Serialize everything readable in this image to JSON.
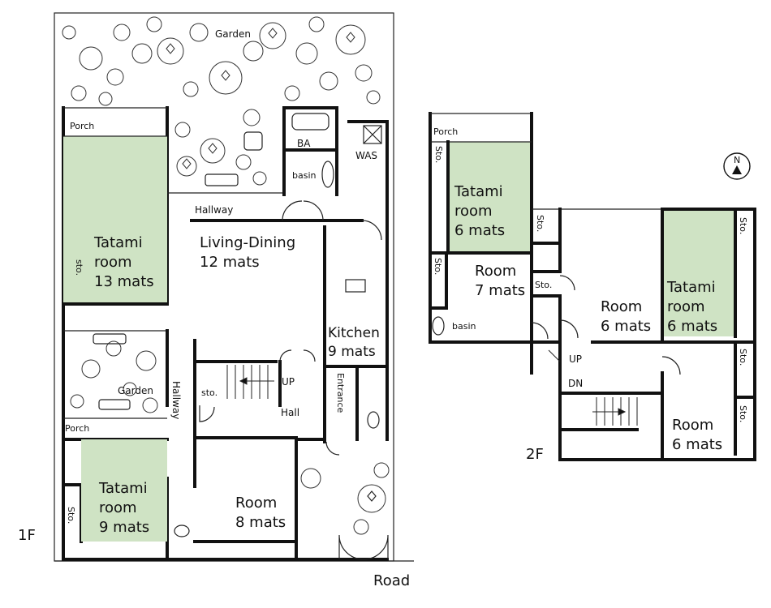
{
  "floor1": {
    "label": "1F",
    "road": "Road",
    "rooms": {
      "garden_top": "Garden",
      "porch_top": "Porch",
      "tatami13": [
        "Tatami",
        "room",
        "13 mats"
      ],
      "sto_13": "sto.",
      "hallway_top": "Hallway",
      "ba": "BA",
      "basin": "basin",
      "was": "WAS",
      "living_dining": [
        "Living-Dining",
        "12 mats"
      ],
      "kitchen": [
        "Kitchen",
        "9 mats"
      ],
      "garden_mid": "Garden",
      "hallway_side": "Hallway",
      "porch_bottom": "Porch",
      "tatami9": [
        "Tatami",
        "room",
        "9 mats"
      ],
      "sto_9": "Sto.",
      "sto_stair": "sto.",
      "up": "UP",
      "hall": "Hall",
      "entrance": "Entrance",
      "room8": [
        "Room",
        "8 mats"
      ]
    }
  },
  "floor2": {
    "label": "2F",
    "compass": "N",
    "rooms": {
      "porch": "Porch",
      "sto_left": "Sto.",
      "tatami_w": [
        "Tatami",
        "room",
        "6 mats"
      ],
      "sto_mid": "Sto.",
      "sto_room7": "Sto.",
      "room7": [
        "Room",
        "7 mats"
      ],
      "basin": "basin",
      "sto_small": "Sto.",
      "room6_mid": [
        "Room",
        "6 mats"
      ],
      "tatami_e": [
        "Tatami",
        "room",
        "6 mats"
      ],
      "sto_e1": "Sto.",
      "sto_e2": "Sto.",
      "sto_e3": "Sto.",
      "up": "UP",
      "dn": "DN",
      "room6_se": [
        "Room",
        "6 mats"
      ]
    }
  }
}
